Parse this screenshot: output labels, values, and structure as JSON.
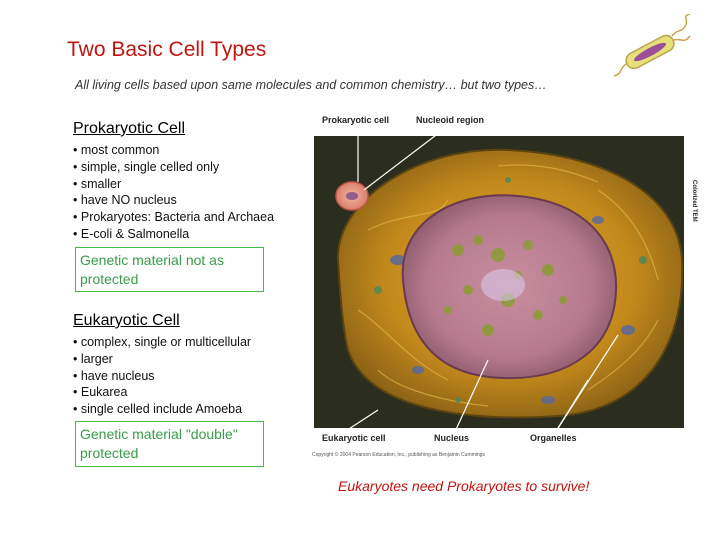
{
  "title": "Two Basic Cell Types",
  "subtitle": "All living cells based upon same molecules and common chemistry… but two types…",
  "prokaryotic": {
    "heading": "Prokaryotic Cell",
    "bullets": [
      "most common",
      "simple, single celled only",
      "smaller",
      "have NO nucleus",
      "Prokaryotes: Bacteria and Archaea",
      "E-coli & Salmonella"
    ],
    "box_text": "Genetic material not as protected"
  },
  "eukaryotic": {
    "heading": "Eukaryotic Cell",
    "bullets": [
      "complex, single or multicellular",
      "larger",
      "have nucleus",
      "Eukarea",
      "single celled include Amoeba"
    ],
    "box_text": "Genetic material \"double\" protected"
  },
  "footnote": "Eukaryotes need Prokaryotes to survive!",
  "figure": {
    "label_prokaryotic": "Prokaryotic cell",
    "label_nucleoid": "Nucleoid region",
    "label_eukaryotic": "Eukaryotic cell",
    "label_nucleus": "Nucleus",
    "label_organelles": "Organelles",
    "side_label": "Colorized TEM",
    "copyright": "Copyright © 2004 Pearson Education, Inc., publishing as Benjamin Cummings"
  },
  "colors": {
    "title": "#c0150f",
    "box_border": "#49b84a",
    "box_text": "#3a9d4a"
  }
}
